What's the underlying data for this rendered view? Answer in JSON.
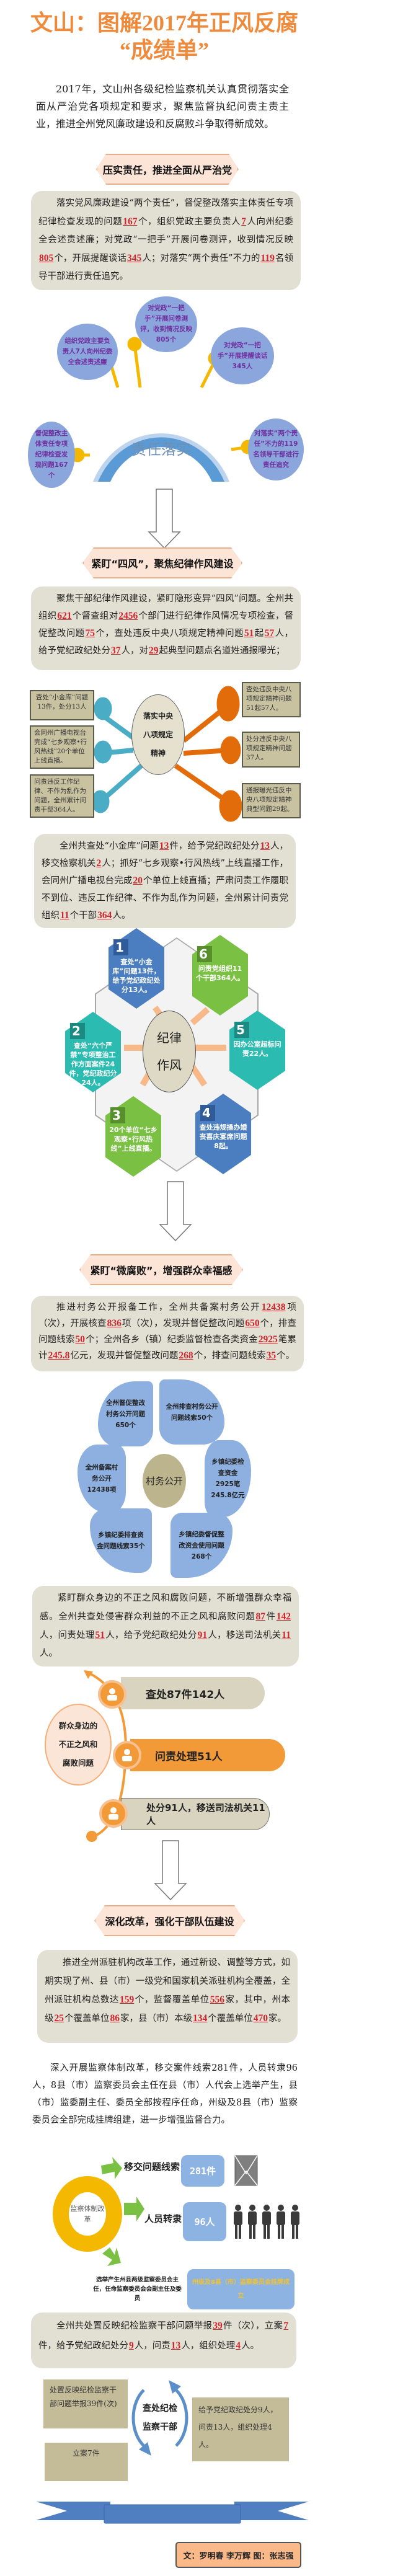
{
  "title": {
    "line1": "文山：图解2017年正风反腐",
    "line2": "“成绩单”"
  },
  "intro": "2017年，文山州各级纪检监察机关认真贯彻落实全面从严治党各项规定和要求，聚焦监督执纪问责主责主业，推进全州党风廉政建设和反腐败斗争取得新成效。",
  "colors": {
    "title": "#ee8a3c",
    "number": "#d0242c",
    "banner_fill": "#fce4d6",
    "box_bg": "#e2e0d2",
    "bubble": "#8aa6dc",
    "accent_yellow": "#f5b800",
    "orange": "#f39a38",
    "ribbon": "#4f7fc0"
  },
  "section1": {
    "banner": "压实责任，推进全面从严治党",
    "paragraph": [
      "落实党风廉政建设“两个责任”，督促整改落实主体责任专项纪律检查发现的问题",
      "167",
      "个，组织党政主要负责人",
      "7",
      "人向州纪委全会述责述廉；对党政“一把手”开展问卷测评，收到情况反映",
      "805",
      "个，开展提醒谈话",
      "345",
      "人；对落实“两个责任”不力的",
      "119",
      "名领导干部进行责任追究。"
    ],
    "hub": "责任落实",
    "bubbles": [
      "对党政“一把手”开展问卷测评，收到情况反映805个",
      "组织党政主要负责人7人向州纪委全会述责述廉",
      "对党政“一把手”开展提醒谈话345人",
      "督促整改主体责任专项纪律检查发现问题167个",
      "对落实“两个责任”不力的119名领导干部进行责任追究"
    ]
  },
  "section2": {
    "banner": "紧盯“四风”，聚焦纪律作风建设",
    "paragraph": [
      "聚焦干部纪律作风建设，紧盯隐形变异“四风”问题。全州共组织",
      "621",
      "个督查组对",
      "2456",
      "个部门进行纪律作风情况专项检查，督促整改问题",
      "75",
      "个，查处违反中央八项规定精神问题",
      "51",
      "起",
      "57",
      "人，给予党纪政纪处分",
      "37",
      "人，对",
      "29",
      "起典型问题点名道姓通报曝光；"
    ],
    "hub": [
      "落实中央",
      "八项规定",
      "精神"
    ],
    "left_boxes": [
      "查处“小金库”问题13件，处分13人",
      "会同州广播电视台完成“七乡观察•行风热线”20个单位上线直播。",
      "问责违反工作纪律、不作为乱作为问题，全州累计问责干部364人。"
    ],
    "right_boxes": [
      "查处违反中央八项规定精神问题51起57人。",
      "处分违反中央八项规定精神问题37人。",
      "通报曝光违反中央八项规定精神典型问题29起。"
    ],
    "paragraph2": [
      "全州共查处“小金库”问题",
      "13",
      "件，给予党纪政纪处分",
      "13",
      "人，移交检察机关",
      "2",
      "人；抓好“七乡观察•行风热线”上线直播工作，会同州广播电视台完成",
      "20",
      "个单位上线直播；严肃问责工作履职不到位、违反工作纪律、不作为乱作为问题，全州累计问责党组织",
      "11",
      "个干部",
      "364",
      "人。"
    ],
    "hex_hub": [
      "纪律",
      "作风"
    ],
    "hexagons": [
      {
        "num": "1",
        "text": "查处“小金库”问题13件，给予党纪政纪处分13人。"
      },
      {
        "num": "2",
        "text": "查处“六个严禁”专项整治工作方面案件24件，党纪政纪分24人。"
      },
      {
        "num": "3",
        "text": "20个单位“七乡观察•行风热线”上线直播。"
      },
      {
        "num": "4",
        "text": "查处违规操办婚丧喜庆宴席问题8起。"
      },
      {
        "num": "5",
        "text": "因办公室超标问责22人。"
      },
      {
        "num": "6",
        "text": "问责党组织11个干部364人。"
      }
    ]
  },
  "section3": {
    "banner": "紧盯“微腐败”，增强群众幸福感",
    "paragraph": [
      "推进村务公开报备工作，全州共备案村务公开",
      "12438",
      "项（次），开展核查",
      "836",
      "项（次），发现并督促整改问题",
      "650",
      "个，排查问题线索",
      "50",
      "个；全州各乡（镇）纪委监督检查各类资金",
      "2925",
      "笔累计",
      "245.8",
      "亿元，发现并督促整改问题",
      "268",
      "个，排查问题线索",
      "35",
      "个。"
    ],
    "hub": "村务公开",
    "petals": [
      "全州督促整改村务公开问题650个",
      "全州排查村务公开问题线索50个",
      "全州备案村务公开12438项",
      "乡镇纪委检查资金2925笔245.8亿元",
      "乡镇纪委排查资金问题线索35个",
      "乡镇纪委督促整改资金使用问题268个"
    ],
    "paragraph2": [
      "紧盯群众身边的不正之风和腐败问题，不断增强群众幸福感。全州共查处侵害群众利益的不正之风和腐败问题",
      "87",
      "件",
      "142",
      "人，问责处理",
      "51",
      "人，给予党纪政纪处分",
      "91",
      "人，移送司法机关",
      "11",
      "人。"
    ],
    "timeline_hub": "群众身边的不正之风和腐败问题",
    "timeline": [
      "查处87件142人",
      "问责处理51人",
      "处分91人，移送司法机关11人"
    ]
  },
  "section4": {
    "banner": "深化改革，强化干部队伍建设",
    "paragraph": [
      "推进全州派驻机构改革工作，通过新设、调整等方式，如期实现了州、县（市）一级党和国家机关派驻机构全覆盖，全州派驻机构总数达",
      "159",
      "个，监督覆盖单位",
      "556",
      "家，其中，州本级",
      "25",
      "个覆盖单位",
      "86",
      "家，县（市）本级",
      "134",
      "个覆盖单位",
      "470",
      "家。"
    ],
    "paragraph2": [
      "深入开展监察体制改革，移交案件线索281件，人员转隶96人，8县（市）监察委员会主任在县（市）人代会上选举产生，县（市）监委副主任、委员全部按程序任命，州级及8县（市）监察委员会全部完成挂牌组建，进一步增强监督合力。"
    ],
    "reform_hub": "监察体制改革",
    "reform_rows": [
      {
        "label": "移交问题线索",
        "value": "281件",
        "icon": "envelope-icon"
      },
      {
        "label": "人员转隶",
        "value": "96人",
        "icon": "people-icon"
      },
      {
        "label": "选举产生州县两级监察委员会主任，任命监察委员会会副主任及委员",
        "value": "州级及8县（市）监察委员会挂牌成立"
      }
    ],
    "paragraph3": [
      "全州共处置反映纪检监察干部问题举报",
      "39",
      "件（次），立案",
      "7",
      "件，给予党纪政纪处分",
      "9",
      "人，问责",
      "13",
      "人，组织处理",
      "4",
      "人。"
    ],
    "cycle_hub": "查处纪检监察干部",
    "cycle_boxes": [
      "处置反映纪检监察干部问题举报39件(次)",
      "立案7件",
      "给予党纪政纪处分9人，问责13人，组织处理4人。"
    ]
  },
  "credit": "文：罗明春 李万辉 图：张志强"
}
